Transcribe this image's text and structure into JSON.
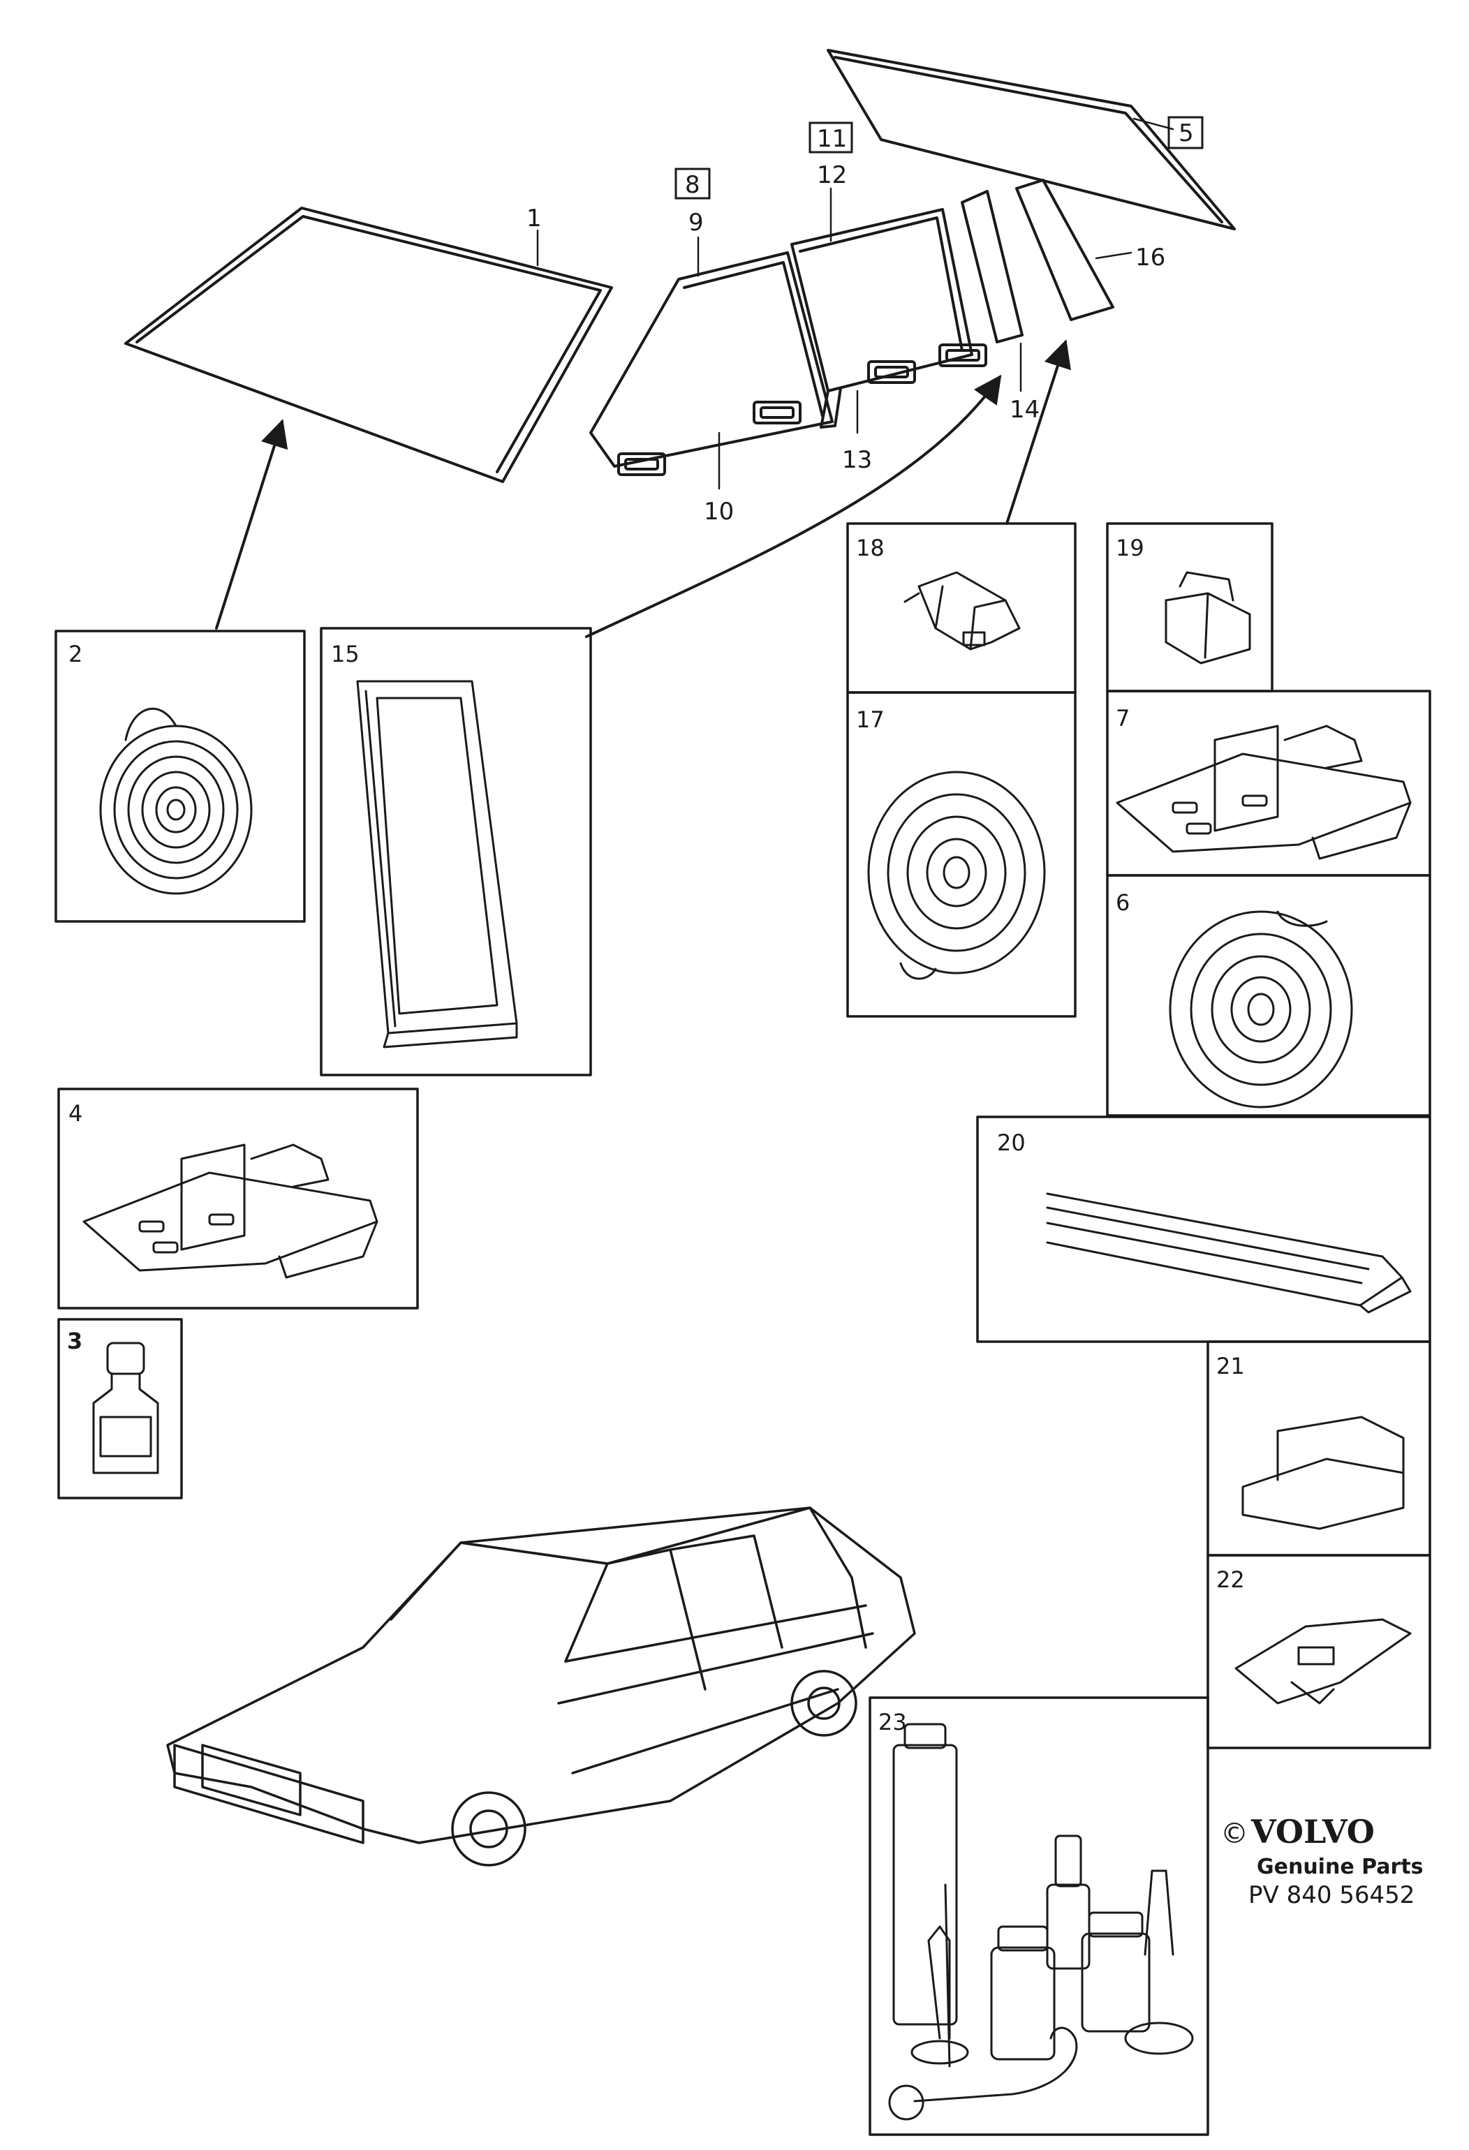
{
  "callouts": {
    "c1": "1",
    "c5": "5",
    "c8": "8",
    "c9": "9",
    "c10": "10",
    "c11": "11",
    "c12": "12",
    "c13": "13",
    "c14": "14",
    "c16": "16"
  },
  "panels": {
    "p2": "2",
    "p3": "3",
    "p4": "4",
    "p6": "6",
    "p7": "7",
    "p15": "15",
    "p17": "17",
    "p18": "18",
    "p19": "19",
    "p20": "20",
    "p21": "21",
    "p22": "22",
    "p23": "23"
  },
  "logo": {
    "copyright": "©",
    "brand": "VOLVO",
    "tagline": "Genuine Parts",
    "code": "PV 840 56452"
  },
  "colors": {
    "ink": "#1a1a1a",
    "paper": "#ffffff"
  }
}
